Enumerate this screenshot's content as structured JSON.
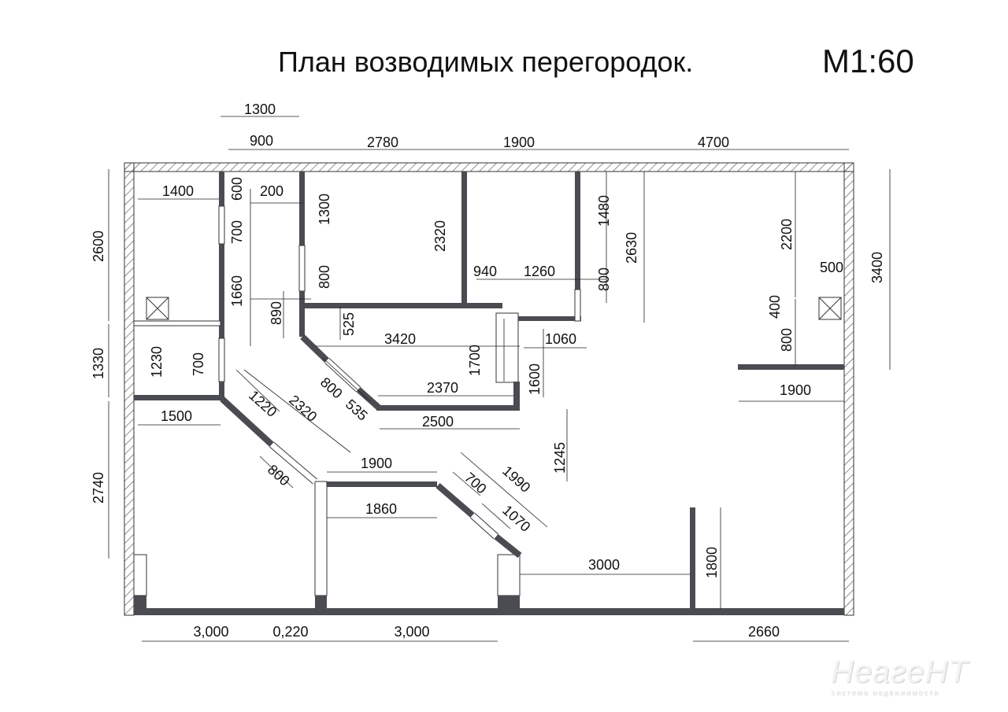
{
  "title": "План возводимых перегородок.",
  "scale": "М1:60",
  "colors": {
    "wall": "#4a4c52",
    "line": "#111111",
    "hatch": "#555555"
  },
  "dimensions": [
    "1300",
    "900",
    "2780",
    "1900",
    "4700",
    "1400",
    "600",
    "200",
    "1300",
    "2320",
    "1480",
    "2630",
    "2200",
    "2600",
    "3400",
    "700",
    "800",
    "940",
    "1260",
    "800",
    "500",
    "1660",
    "890",
    "525",
    "3420",
    "1060",
    "400",
    "800",
    "1700",
    "1600",
    "1330",
    "1230",
    "700",
    "800",
    "535",
    "2370",
    "1900",
    "1220",
    "2320",
    "1500",
    "2500",
    "1245",
    "800",
    "1900",
    "700",
    "1990",
    "1070",
    "1860",
    "2740",
    "3000",
    "1800",
    "3,000",
    "0,220",
    "3,000",
    "2660"
  ],
  "watermark": {
    "logo": "НеагеНТ",
    "tagline": "система недвижимости"
  }
}
